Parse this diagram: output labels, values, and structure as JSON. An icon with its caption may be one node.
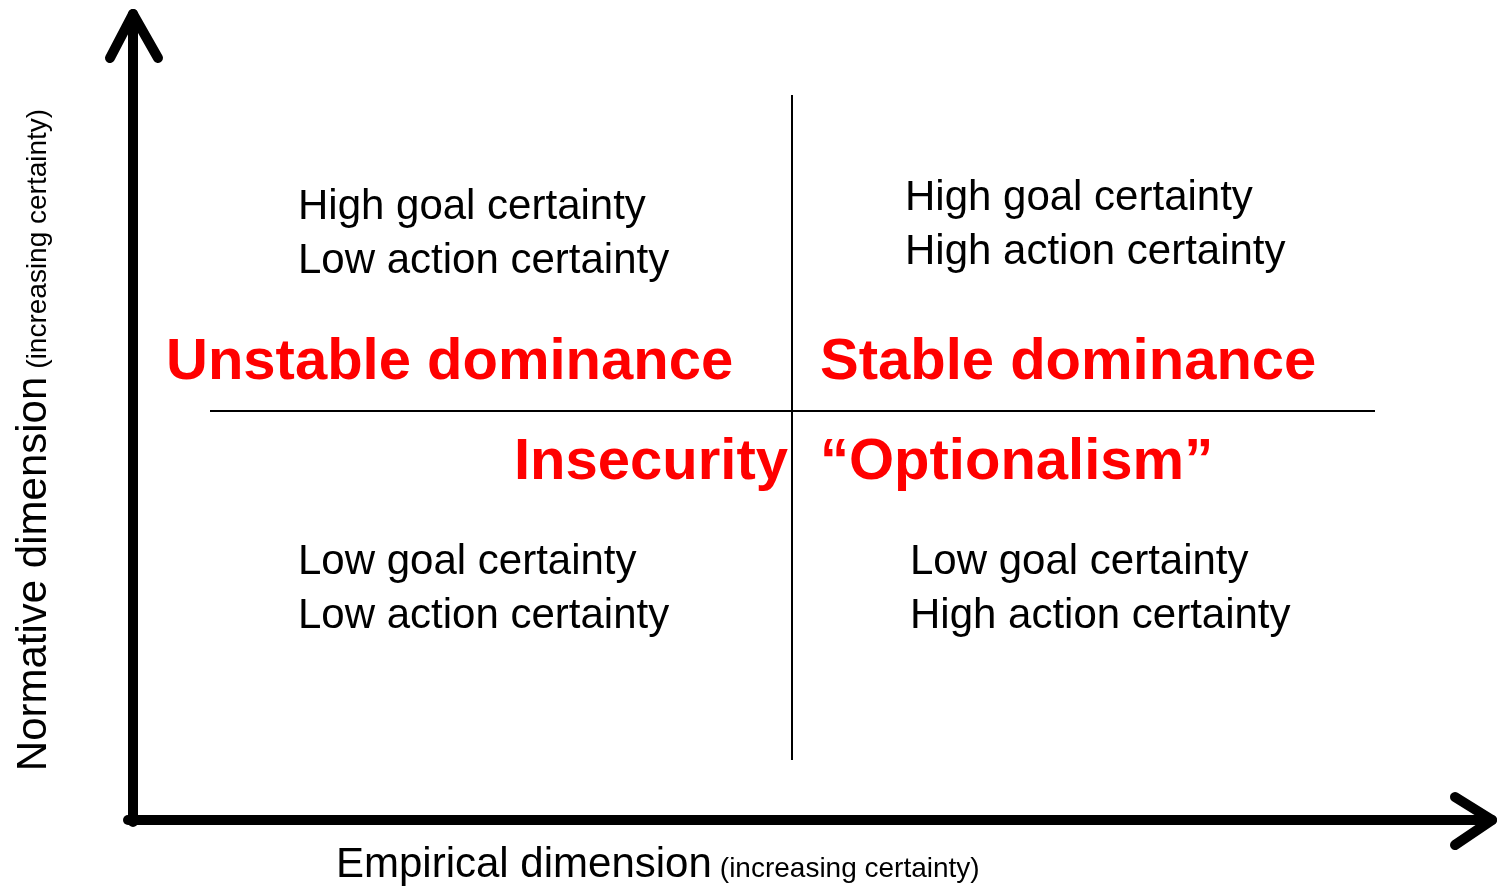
{
  "diagram": {
    "labels": [
      "Normative dimension",
      "(increasing certainty)",
      "High goal certainty",
      "Low action certainty",
      "High goal certainty",
      "High action certainty",
      "Unstable dominance",
      "Stable dominance",
      "Insecurity",
      "“Optionalism”",
      "Low goal certainty",
      "Low action certainty",
      "Low goal certainty",
      "High action certainty",
      "Empirical dimension",
      "(increasing certainty)"
    ]
  }
}
